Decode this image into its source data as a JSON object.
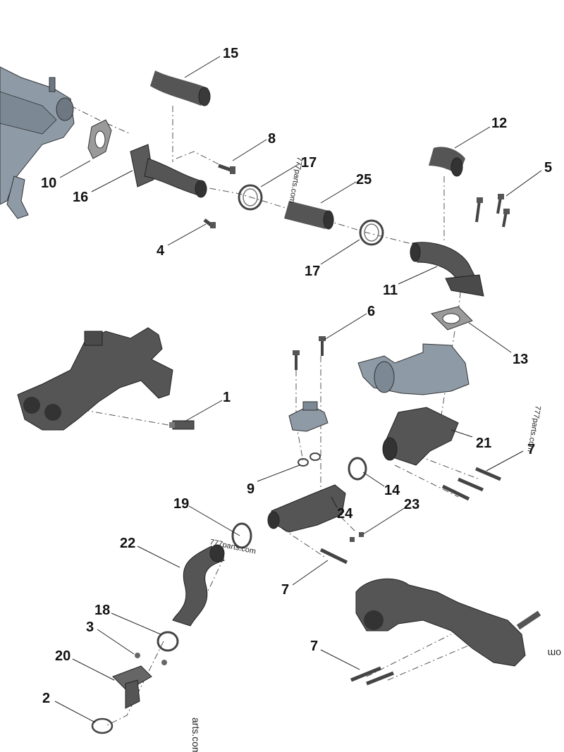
{
  "callouts": {
    "c15": "15",
    "c8": "8",
    "c17a": "17",
    "c25": "25",
    "c12": "12",
    "c5": "5",
    "c10": "10",
    "c16": "16",
    "c4": "4",
    "c17b": "17",
    "c11": "11",
    "c6": "6",
    "c13": "13",
    "c1": "1",
    "c21": "21",
    "c7a": "7",
    "c9": "9",
    "c14": "14",
    "c23": "23",
    "c19": "19",
    "c24": "24",
    "c22": "22",
    "c7b": "7",
    "c18": "18",
    "c3": "3",
    "c20": "20",
    "c7c": "7",
    "c2": "2"
  },
  "watermarks": {
    "w1": "777parts.com",
    "w2": "777parts.com",
    "w3": "777parts.com",
    "w4": "om",
    "w5": "arts.com"
  },
  "colors": {
    "part_dark": "#555555",
    "part_darker": "#3d3d3d",
    "part_blue_grey": "#8e9aa6",
    "line": "#222222"
  }
}
